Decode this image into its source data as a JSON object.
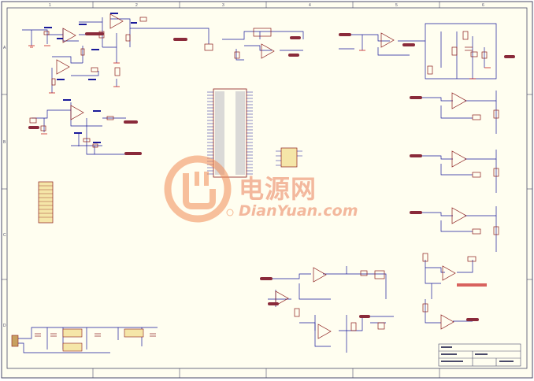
{
  "watermark": {
    "brand_cn": "电源网",
    "brand_en": "DianYuan.com"
  },
  "colors": {
    "sheet_bg": "#fffef0",
    "frame": "#4a4a6a",
    "wire": "#1a1a9a",
    "component": "#8a1a1a",
    "net_label": "#8a2a3a",
    "ground": "#c82020",
    "annotation": "#c82020",
    "watermark": "#f08a55"
  },
  "zone_numbers": [
    "1",
    "2",
    "3",
    "4",
    "5",
    "6"
  ],
  "zone_letters": [
    "A",
    "B",
    "C",
    "D"
  ]
}
